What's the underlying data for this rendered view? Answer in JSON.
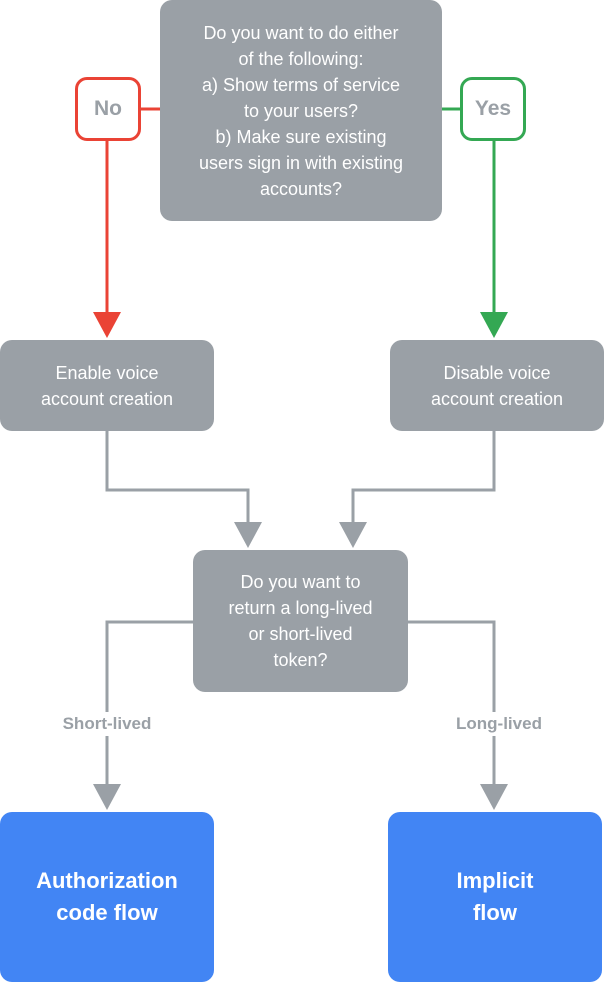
{
  "nodes": {
    "question_1": "Do you want to do either\nof the following:\na) Show terms of service\nto your users?\nb) Make sure existing\nusers sign in with existing\naccounts?",
    "enable_voice": "Enable voice\naccount creation",
    "disable_voice": "Disable voice\naccount creation",
    "question_2": "Do you want to\nreturn a long-lived\nor short-lived\ntoken?",
    "auth_code_flow": "Authorization\ncode flow",
    "implicit_flow": "Implicit\nflow"
  },
  "edges": {
    "no": "No",
    "yes": "Yes",
    "short_lived": "Short-lived",
    "long_lived": "Long-lived"
  },
  "colors": {
    "node_gray": "#9aa0a6",
    "node_blue": "#4285f4",
    "no_red": "#ea4335",
    "yes_green": "#34a853",
    "connector_gray": "#9aa0a6"
  }
}
